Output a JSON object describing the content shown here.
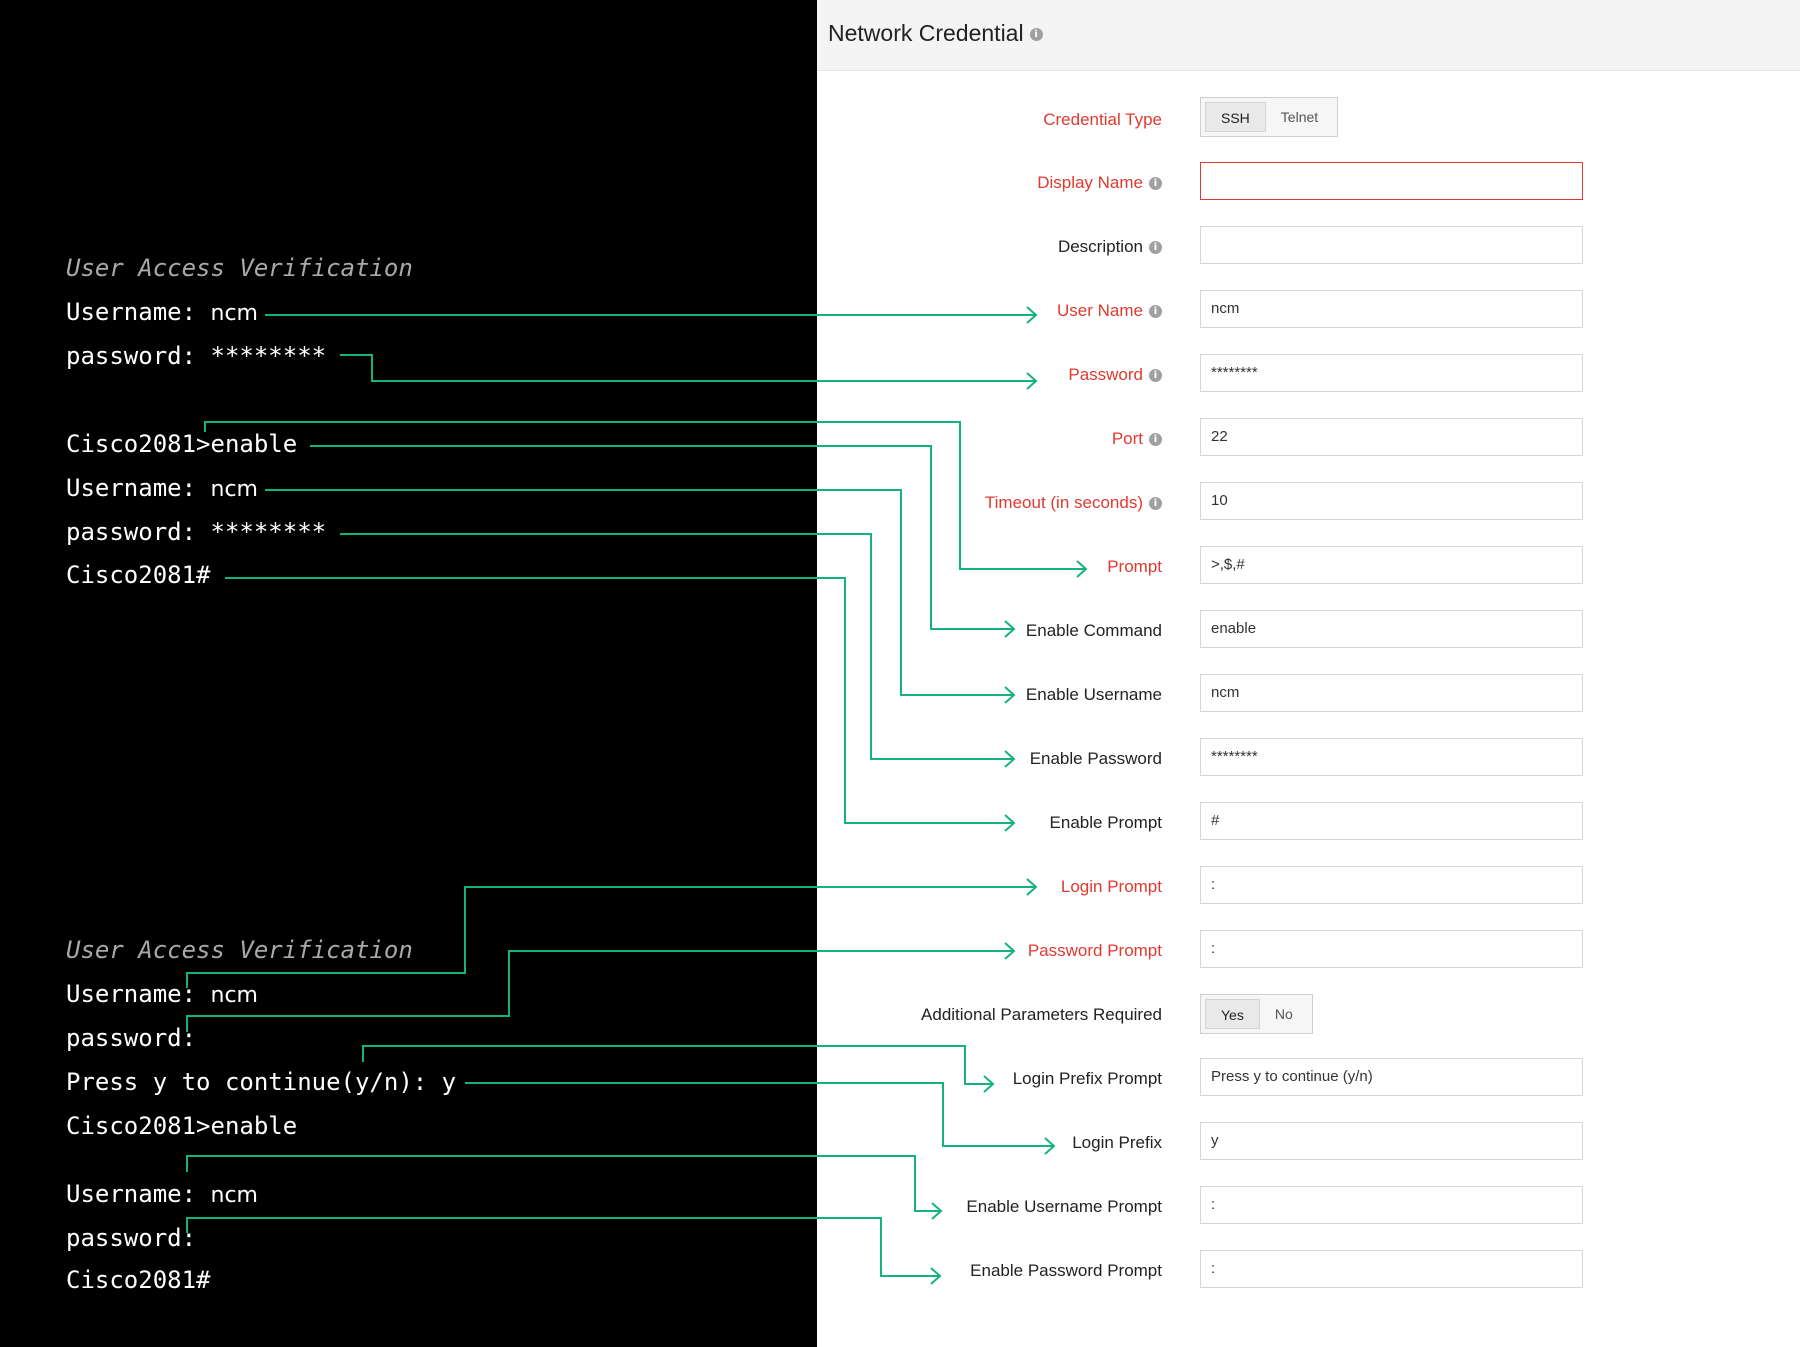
{
  "terminal": {
    "block1": {
      "heading": "User Access Verification",
      "username_label": "Username:",
      "username_value": "ncm",
      "password_label": "password:",
      "password_value": "********",
      "enable_cmd": "Cisco2081>enable",
      "enable_username_label": "Username:",
      "enable_username_value": "ncm",
      "enable_password_label": "password:",
      "enable_password_value": "********",
      "prompt_line": "Cisco2081#"
    },
    "block2": {
      "heading": "User Access Verification",
      "username_label": "Username:",
      "username_value": "ncm",
      "password_label": "password:",
      "press_line": "Press y to continue(y/n): y",
      "enable_cmd": "Cisco2081>enable",
      "enable_username_label": "Username:",
      "enable_username_value": "ncm",
      "enable_password_label": "password:",
      "prompt_line": "Cisco2081#"
    }
  },
  "form": {
    "title": "Network Credential",
    "credential_type": {
      "label": "Credential Type",
      "options": [
        "SSH",
        "Telnet"
      ],
      "selected": "SSH"
    },
    "display_name": {
      "label": "Display Name",
      "value": ""
    },
    "description": {
      "label": "Description",
      "value": ""
    },
    "user_name": {
      "label": "User Name",
      "value": "ncm"
    },
    "password": {
      "label": "Password",
      "value": "********"
    },
    "port": {
      "label": "Port",
      "value": "22"
    },
    "timeout": {
      "label": "Timeout (in seconds)",
      "value": "10"
    },
    "prompt": {
      "label": "Prompt",
      "value": ">,$,#"
    },
    "enable_command": {
      "label": "Enable Command",
      "value": "enable"
    },
    "enable_username": {
      "label": "Enable Username",
      "value": "ncm"
    },
    "enable_password": {
      "label": "Enable Password",
      "value": "********"
    },
    "enable_prompt": {
      "label": "Enable Prompt",
      "value": "#"
    },
    "login_prompt": {
      "label": "Login Prompt",
      "value": ":"
    },
    "password_prompt": {
      "label": "Password Prompt",
      "value": ":"
    },
    "additional_params": {
      "label": "Additional Parameters Required",
      "options": [
        "Yes",
        "No"
      ],
      "selected": "Yes"
    },
    "login_prefix_prompt": {
      "label": "Login Prefix Prompt",
      "value": "Press y to continue (y/n)"
    },
    "login_prefix": {
      "label": "Login Prefix",
      "value": "y"
    },
    "enable_username_prompt": {
      "label": "Enable Username Prompt",
      "value": ":"
    },
    "enable_password_prompt": {
      "label": "Enable Password Prompt",
      "value": ":"
    }
  },
  "colors": {
    "connector": "#14b37d",
    "required_label": "#e03a2f",
    "terminal_bg": "#000000"
  },
  "icons": {
    "info": "info-icon",
    "arrow": "arrow-right-icon"
  }
}
